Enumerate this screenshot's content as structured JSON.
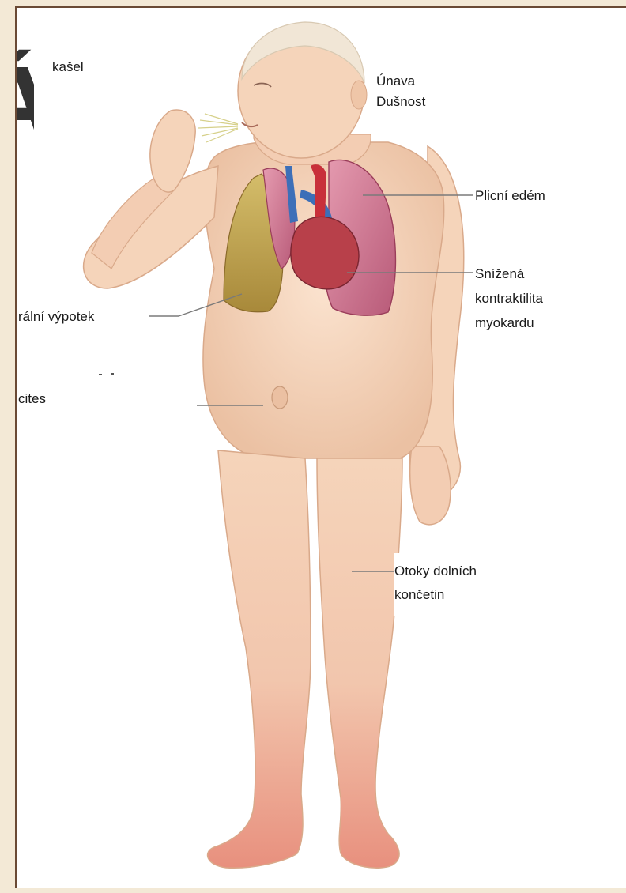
{
  "heading_fragment": "Á",
  "labels": {
    "cough": "kašel",
    "fatigue": "Únava",
    "dyspnea": "Dušnost",
    "pulmonary_edema": "Plicní edém",
    "reduced_contractility_1": "Snížená",
    "reduced_contractility_2": "kontraktilita",
    "reduced_contractility_3": "myokardu",
    "pleural_effusion": "rální výpotek",
    "ascites": "cites",
    "leg_edema_1": "Otoky dolních",
    "leg_edema_2": "končetin"
  },
  "colors": {
    "skin": "#f5d4ba",
    "skin_shadow": "#e6b99a",
    "lung": "#c9708a",
    "effusion": "#b8963f",
    "heart": "#b8404a",
    "vessel_blue": "#3d6fb8",
    "vessel_red": "#c8303a",
    "leg_edema": "#e89a88"
  }
}
